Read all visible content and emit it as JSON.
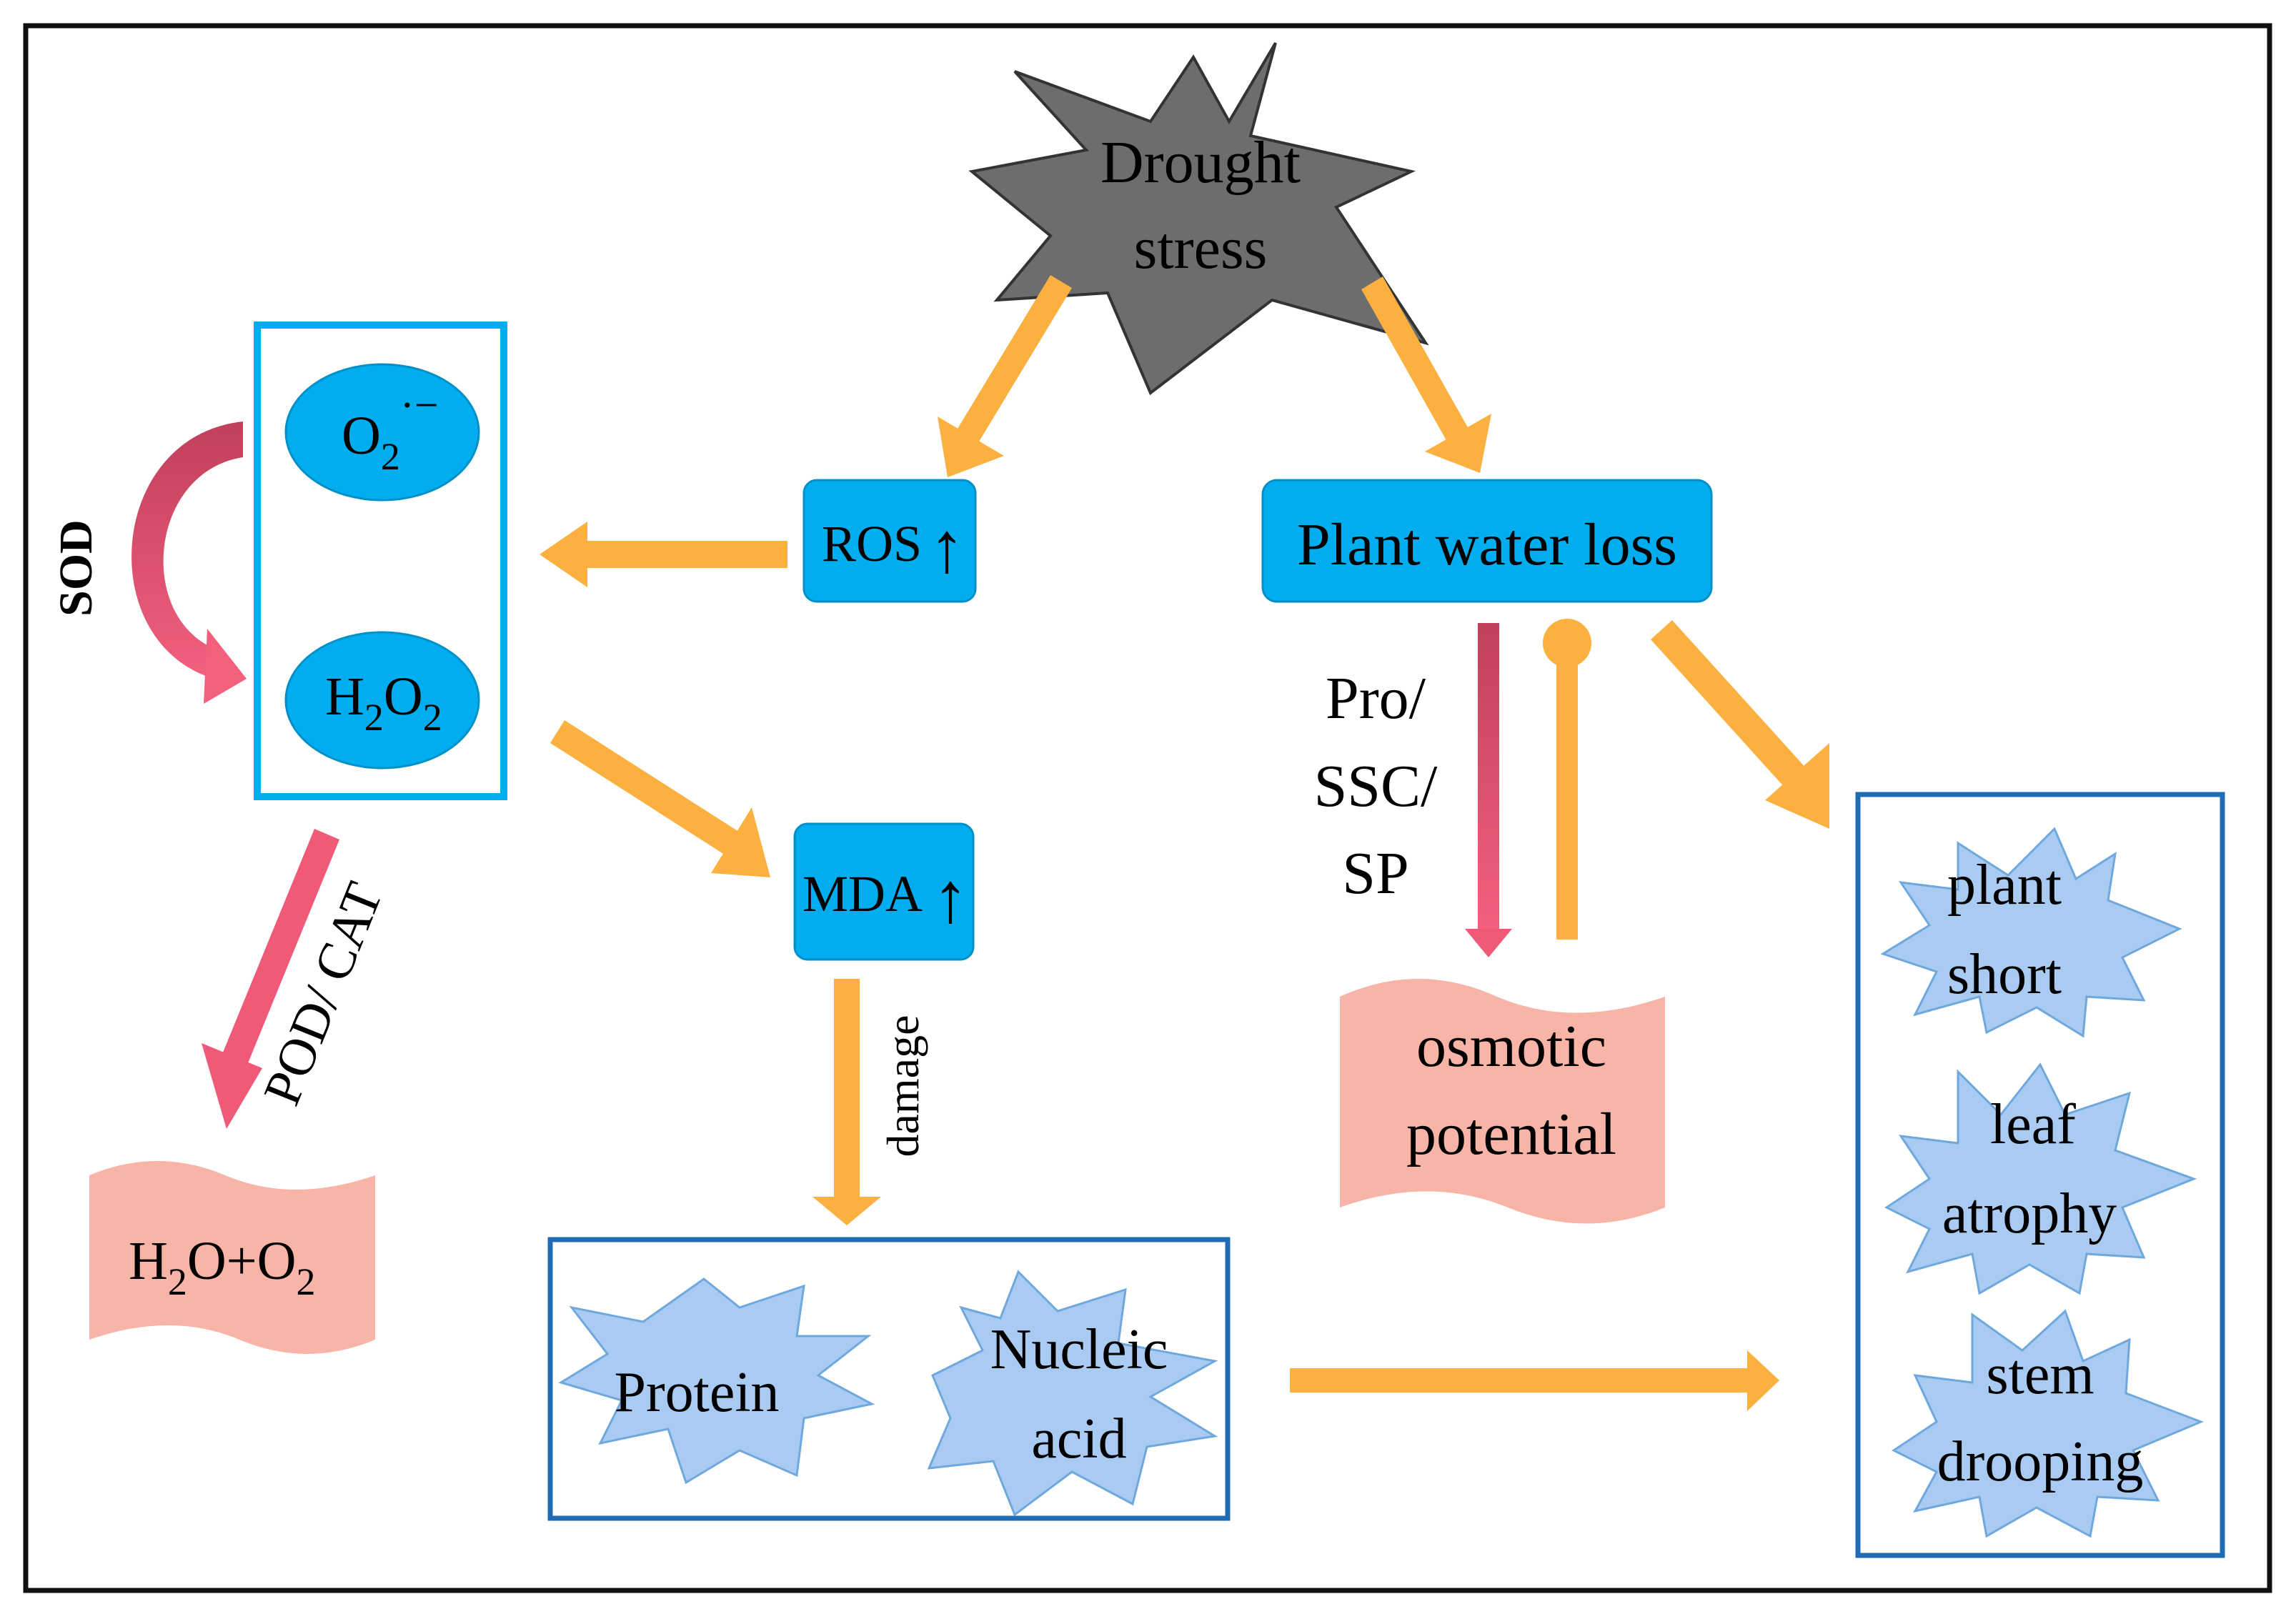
{
  "colors": {
    "orange_arrow": "#FBB040",
    "red_arrow": "#F05A78",
    "cyan_fill": "#00AEEF",
    "cyan_border": "#00AEEF",
    "dark_blue_border": "#1F6BB4",
    "light_blue_star": "#A9CBF2",
    "star_border": "#6FA8DC",
    "pink_banner": "#F8B4A6",
    "gray_star": "#6D6D6D"
  },
  "nodes": {
    "drought": {
      "line1": "Drought",
      "line2": "stress"
    },
    "ros": {
      "label": "ROS",
      "arrow": "↑"
    },
    "mda": {
      "label": "MDA",
      "arrow": "↑"
    },
    "water_loss": {
      "label": "Plant water loss"
    },
    "o2_radical": {
      "base": "O",
      "sub": "2",
      "sup": "·−"
    },
    "h2o2": {
      "p1": "H",
      "s1": "2",
      "p2": "O",
      "s2": "2"
    },
    "h2o_o2": {
      "p1": "H",
      "s1": "2",
      "p2": "O+O",
      "s2": "2"
    },
    "osmotic": {
      "line1": "osmotic",
      "line2": "potential"
    },
    "protein": {
      "label": "Protein"
    },
    "nucleic": {
      "line1": "Nucleic",
      "line2": "acid"
    },
    "plant_short": {
      "line1": "plant",
      "line2": "short"
    },
    "leaf_atrophy": {
      "line1": "leaf",
      "line2": "atrophy"
    },
    "stem_drooping": {
      "line1": "stem",
      "line2": "drooping"
    }
  },
  "labels": {
    "sod": "SOD",
    "pod_cat": "POD/ CAT",
    "damage": "damage",
    "pro": "Pro/",
    "ssc": "SSC/",
    "sp": "SP"
  }
}
